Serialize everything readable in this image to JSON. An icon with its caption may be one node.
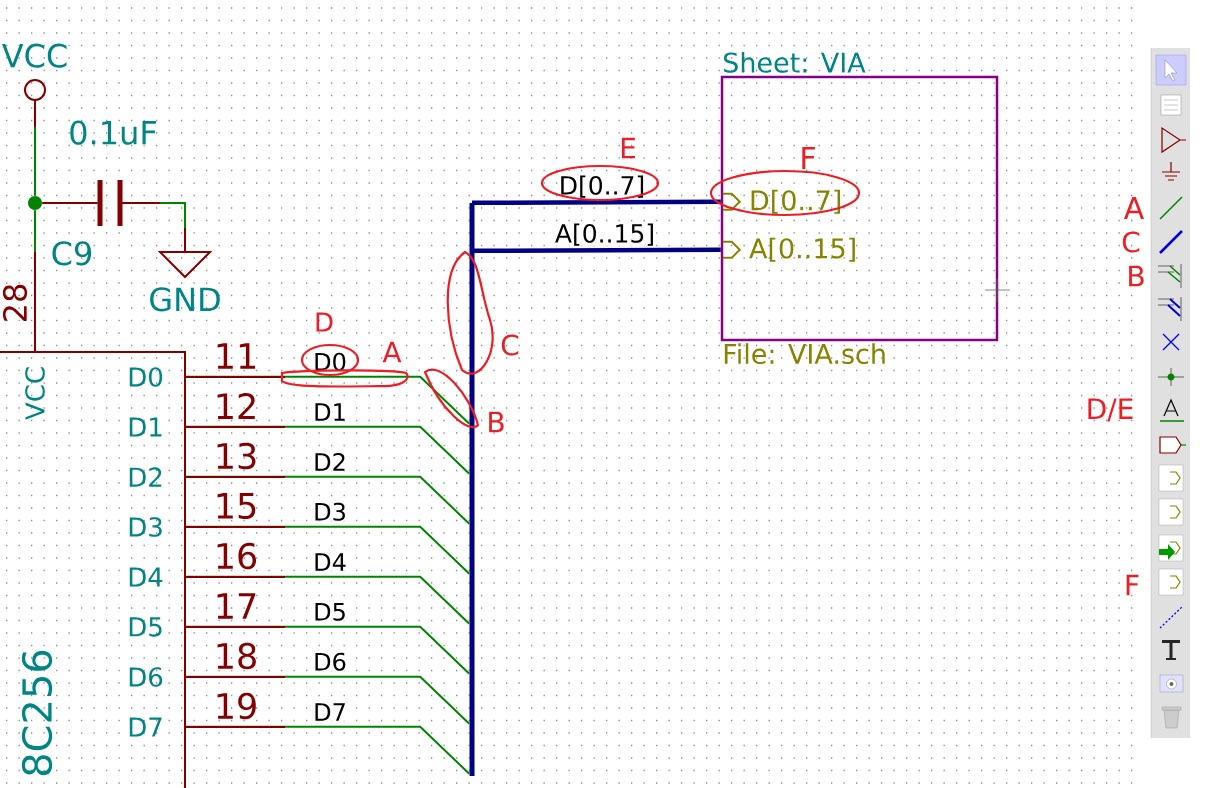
{
  "diagram": {
    "nodes": [
      {
        "text": [
          "VCC"
        ]
      },
      {
        "text": [],
        "shape": "capacitor",
        "beside": [
          "0.1uF",
          "C9"
        ]
      },
      {
        "text": [],
        "shape": "circle"
      },
      {
        "text": [],
        "shape": "triangle",
        "beside": [
          "GND"
        ]
      },
      {
        "text": [
          "Sheet: VIA",
          "File: VIA.sch"
        ]
      },
      {
        "text": [
          "D[0..7]"
        ],
        "in": 4
      },
      {
        "text": [
          "A[0..15]"
        ],
        "in": 4
      },
      {
        "text": [],
        "shape": "bar"
      },
      {
        "text": [
          "VCC",
          "D0",
          "D1",
          "D2",
          "D3",
          "D4",
          "D5",
          "D6",
          "D7",
          "8C256"
        ]
      }
    ],
    "edges": [
      {
        "from": 0,
        "to": 2,
        "arrow": "none"
      },
      {
        "from": 2,
        "to": 1,
        "arrow": "none",
        "color": "#840000"
      },
      {
        "from": 1,
        "to": 3,
        "arrow": "none"
      },
      {
        "from": 2,
        "to": 8,
        "arrow": "none"
      },
      {
        "from": 8,
        "to": 7,
        "arrow": "none",
        "label": "D0"
      },
      {
        "from": 8,
        "to": 7,
        "arrow": "none",
        "label": "D1"
      },
      {
        "from": 8,
        "to": 7,
        "arrow": "none",
        "label": "D2"
      },
      {
        "from": 8,
        "to": 7,
        "arrow": "none",
        "label": "D3"
      },
      {
        "from": 8,
        "to": 7,
        "arrow": "none",
        "label": "D4"
      },
      {
        "from": 8,
        "to": 7,
        "arrow": "none",
        "label": "D5"
      },
      {
        "from": 8,
        "to": 7,
        "arrow": "none",
        "label": "D6"
      },
      {
        "from": 8,
        "to": 7,
        "arrow": "none",
        "label": "D7"
      },
      {
        "from": 7,
        "to": 5,
        "arrow": "none",
        "label": "D[0..7]",
        "style": "thick",
        "color": "#000084"
      },
      {
        "from": 7,
        "to": 6,
        "arrow": "none",
        "label": "A[0..15]",
        "style": "thick",
        "color": "#000084"
      }
    ],
    "labels": [
      "28",
      "11",
      "12",
      "13",
      "15",
      "16",
      "17",
      "18",
      "19",
      "D",
      "A",
      "B",
      "C",
      "E",
      "F",
      "A",
      "C",
      "B",
      "D/E",
      "F"
    ]
  }
}
